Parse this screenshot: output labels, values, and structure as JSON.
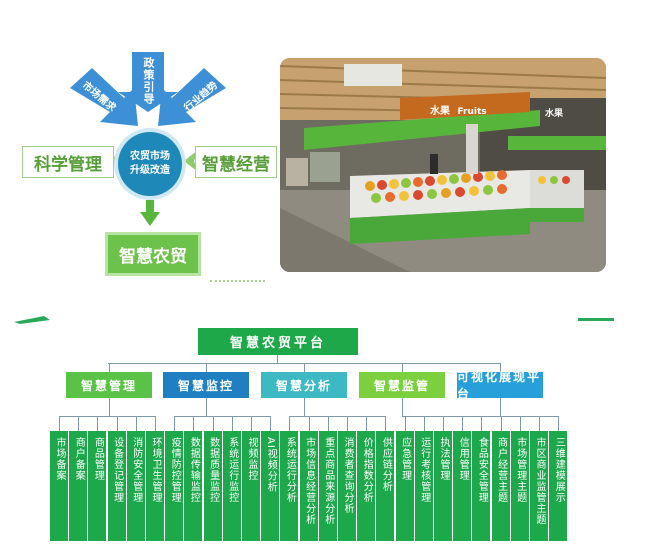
{
  "concept": {
    "center_line1": "农贸市场",
    "center_line2": "升级改造",
    "top_arrow": "政策引导",
    "left_arrow": "市场需求",
    "right_arrow": "行业趋势",
    "left_label": "科学管理",
    "right_label": "智慧经营",
    "result": "智慧农贸"
  },
  "photo": {
    "sign_cn": "水果",
    "sign_en": "Fruits",
    "sign2": "水果"
  },
  "org": {
    "root": "智慧农贸平台",
    "groups": [
      {
        "label": "智慧管理",
        "color": "#5ac246"
      },
      {
        "label": "智慧监控",
        "color": "#1f7fc0"
      },
      {
        "label": "智慧分析",
        "color": "#3cb9c2"
      },
      {
        "label": "智慧监管",
        "color": "#7ccf3f"
      },
      {
        "label": "可视化展现平台",
        "color": "#27a0d9"
      }
    ],
    "leaves": [
      "市场备案",
      "商户备案",
      "商品管理",
      "设备登记管理",
      "消防安全管理",
      "环境卫生管理",
      "疫情防控管理",
      "数据传输监控",
      "数据质量监控",
      "系统运行监控",
      "视频监控",
      "AI视频分析",
      "系统运行分析",
      "市场信息经营分析",
      "重点商品来源分析",
      "消费者查询分析",
      "价格指数分析",
      "供应链分析",
      "应急管理",
      "运行考核管理",
      "执法管理",
      "信用管理",
      "食品安全管理",
      "商户经营主题",
      "市场管理主题",
      "市区商业监管主题",
      "三维建模展示"
    ]
  }
}
